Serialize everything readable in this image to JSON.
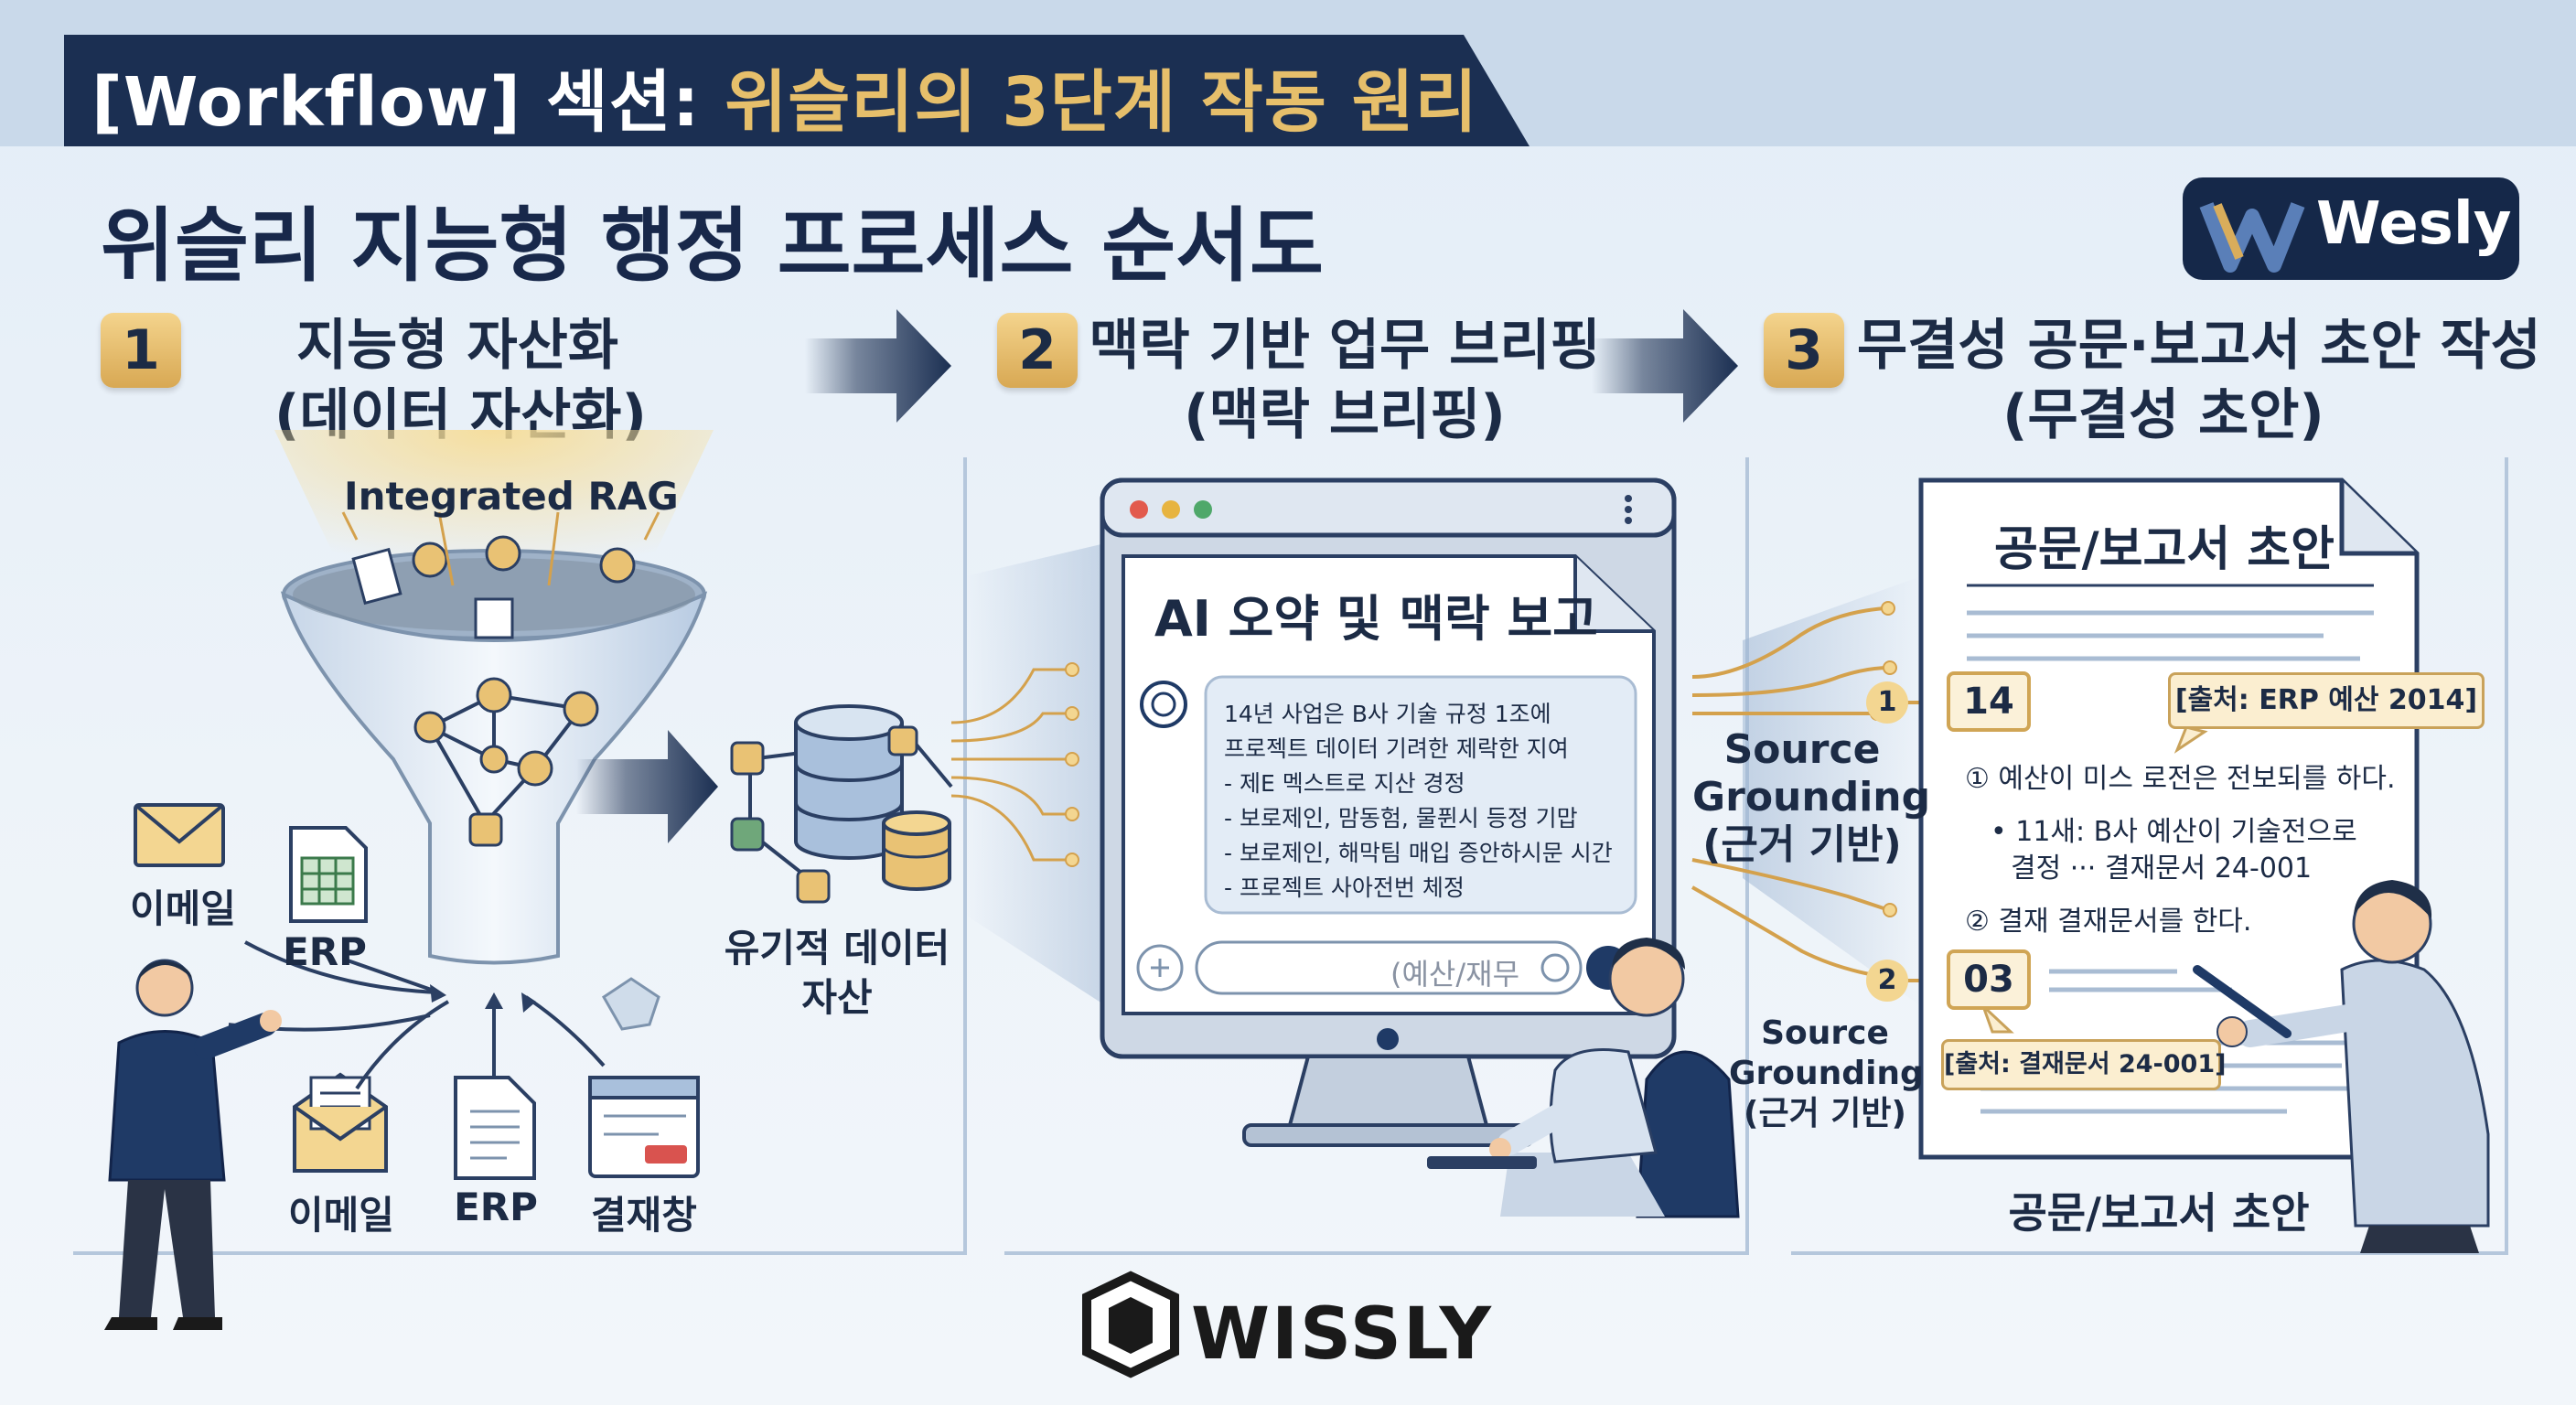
{
  "header": {
    "tab_label": "[Workflow] 섹션:",
    "tab_title": "위슬리의 3단계 작동 원리"
  },
  "main_title": "위슬리 지능형 행정 프로세스 순서도",
  "brand": {
    "name": "Wesly",
    "footer_name": "WISSLY"
  },
  "colors": {
    "navy": "#1b2f52",
    "gold": "#d9ad5b",
    "accent_gold": "#e6bf6b",
    "background": "#e8f0f8"
  },
  "steps": [
    {
      "number": "1",
      "title": "지능형 자산화",
      "subtitle": "(데이터 자산화)"
    },
    {
      "number": "2",
      "title": "맥락 기반 업무 브리핑",
      "subtitle": "(맥락 브리핑)"
    },
    {
      "number": "3",
      "title": "무결성 공문·보고서 초안 작성",
      "subtitle": "(무결성 초안)"
    }
  ],
  "step1": {
    "rag_label": "Integrated RAG",
    "sources_top": [
      {
        "label": "이메일",
        "icon": "envelope-icon"
      },
      {
        "label": "ERP",
        "icon": "spreadsheet-icon"
      }
    ],
    "sources_bottom": [
      {
        "label": "이메일",
        "icon": "open-envelope-icon"
      },
      {
        "label": "ERP",
        "icon": "document-icon"
      },
      {
        "label": "결재창",
        "icon": "approval-window-icon"
      }
    ],
    "output_label_line1": "유기적 데이터",
    "output_label_line2": "자산"
  },
  "step2": {
    "window_title": "AI 오약 및 맥락 보고",
    "message_lines": [
      "14년 사업은 B사 기술 규정 1조에",
      "프로젝트 데이터 기려한 제락한 지여",
      "- 제E 멕스트로 지산 경정",
      "- 보로제인, 맘동험, 물퓐시 등정 기맙",
      "- 보로제인, 해막팀 매입 증안하시문 시간",
      "- 프로젝트 사아전번 체정"
    ],
    "input_placeholder": "(예산/재무"
  },
  "step3": {
    "grounding_big_lines": [
      "Source",
      "Grounding",
      "(근거 기반)"
    ],
    "grounding_small_lines": [
      "Source",
      "Grounding",
      "(근거 기반)"
    ],
    "link_numbers": [
      "1",
      "2"
    ],
    "ref_values": [
      "14",
      "03"
    ],
    "doc_title": "공문/보고서 초안",
    "cite_1": "[출처: ERP 예산 2014]",
    "cite_2": "[출처: 결재문서 24-001]",
    "doc_line_1": "① 예산이 미스 로전은 전보되를 하다.",
    "doc_line_2a": "• 11새: B사 예산이 기술전으로",
    "doc_line_2b": "결정 ··· 결재문서 24-001",
    "doc_line_3": "② 결재 결재문서를 한다.",
    "bottom_label": "공문/보고서 초안"
  }
}
